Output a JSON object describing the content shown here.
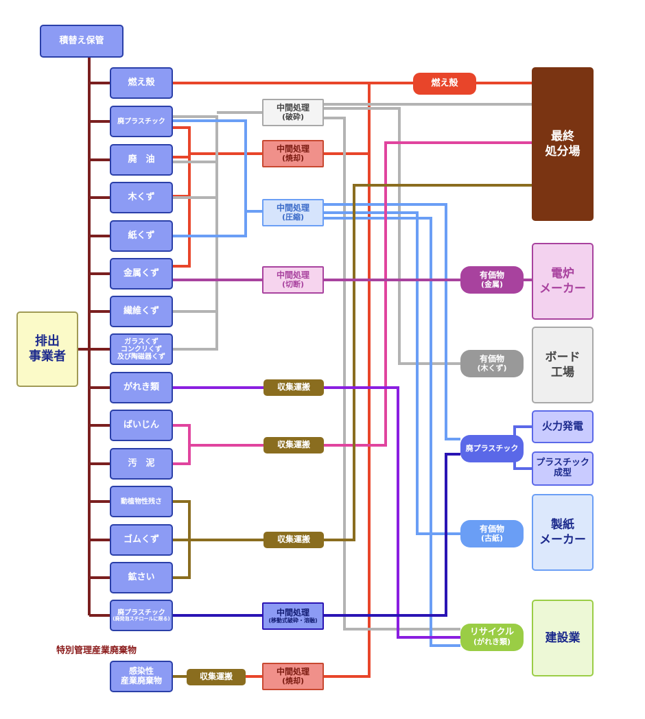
{
  "colors": {
    "trunk": "#7a1f1f",
    "red": "#e8452a",
    "gray": "#b3b3b3",
    "blue": "#6a9ef5",
    "pink": "#e0449e",
    "magenta": "#a8429e",
    "purple": "#8a1ee0",
    "olive": "#8a6d1f",
    "navy": "#2a14b4",
    "periwinkle": "#5a68e8"
  },
  "nodes": {
    "storage": "積替え保管",
    "emitter": [
      "排出",
      "事業者"
    ],
    "moeagara": "燃え殻",
    "haipura": "廃プラスチック",
    "haiyu": "廃　油",
    "kikuzu": "木くず",
    "kamikuzu": "紙くず",
    "kinzoku": "金属くず",
    "seni": "繊維くず",
    "garasu": [
      "ガラスくず",
      "コンクリくず",
      "及び陶磁器くず"
    ],
    "gareki": "がれき類",
    "baijin": "ばいじん",
    "odei": "汚　泥",
    "doshoku": "動植物性残さ",
    "gomu": "ゴムくず",
    "kosai": "鉱さい",
    "haipura2": [
      "廃プラスチック",
      "(廃発泡スチロールに限る)"
    ],
    "kansen": [
      "感染性",
      "産業廃棄物"
    ]
  },
  "special_caption": "特別管理産業廃棄物",
  "process": {
    "hasai": [
      "中間処理",
      "(破砕)"
    ],
    "shokyaku": [
      "中間処理",
      "(焼却)"
    ],
    "asshuku": [
      "中間処理",
      "(圧縮)"
    ],
    "setsudan": [
      "中間処理",
      "(切断)"
    ],
    "idou": [
      "中間処理",
      "(移動式破砕・溶融)"
    ],
    "shokyaku2": [
      "中間処理",
      "(焼却)"
    ]
  },
  "transport": {
    "t1": "収集運搬",
    "t2": "収集運搬",
    "t3": "収集運搬",
    "t4": "収集運搬"
  },
  "pills": {
    "moeagara_pill": "燃え殻",
    "kinzoku_pill": [
      "有価物",
      "(金属)"
    ],
    "kikuzu_pill": [
      "有価物",
      "(木くず)"
    ],
    "haipura_pill": "廃プラスチック",
    "koshi_pill": [
      "有価物",
      "(古紙)"
    ],
    "recycle_pill": [
      "リサイクル",
      "(がれき類)"
    ]
  },
  "destinations": {
    "landfill": [
      "最終",
      "処分場"
    ],
    "furnace": [
      "電炉",
      "メーカー"
    ],
    "board": [
      "ボード",
      "工場"
    ],
    "thermal": "火力発電",
    "molding": [
      "プラスチック",
      "成型"
    ],
    "paper": [
      "製紙",
      "メーカー"
    ],
    "construction": "建設業"
  }
}
